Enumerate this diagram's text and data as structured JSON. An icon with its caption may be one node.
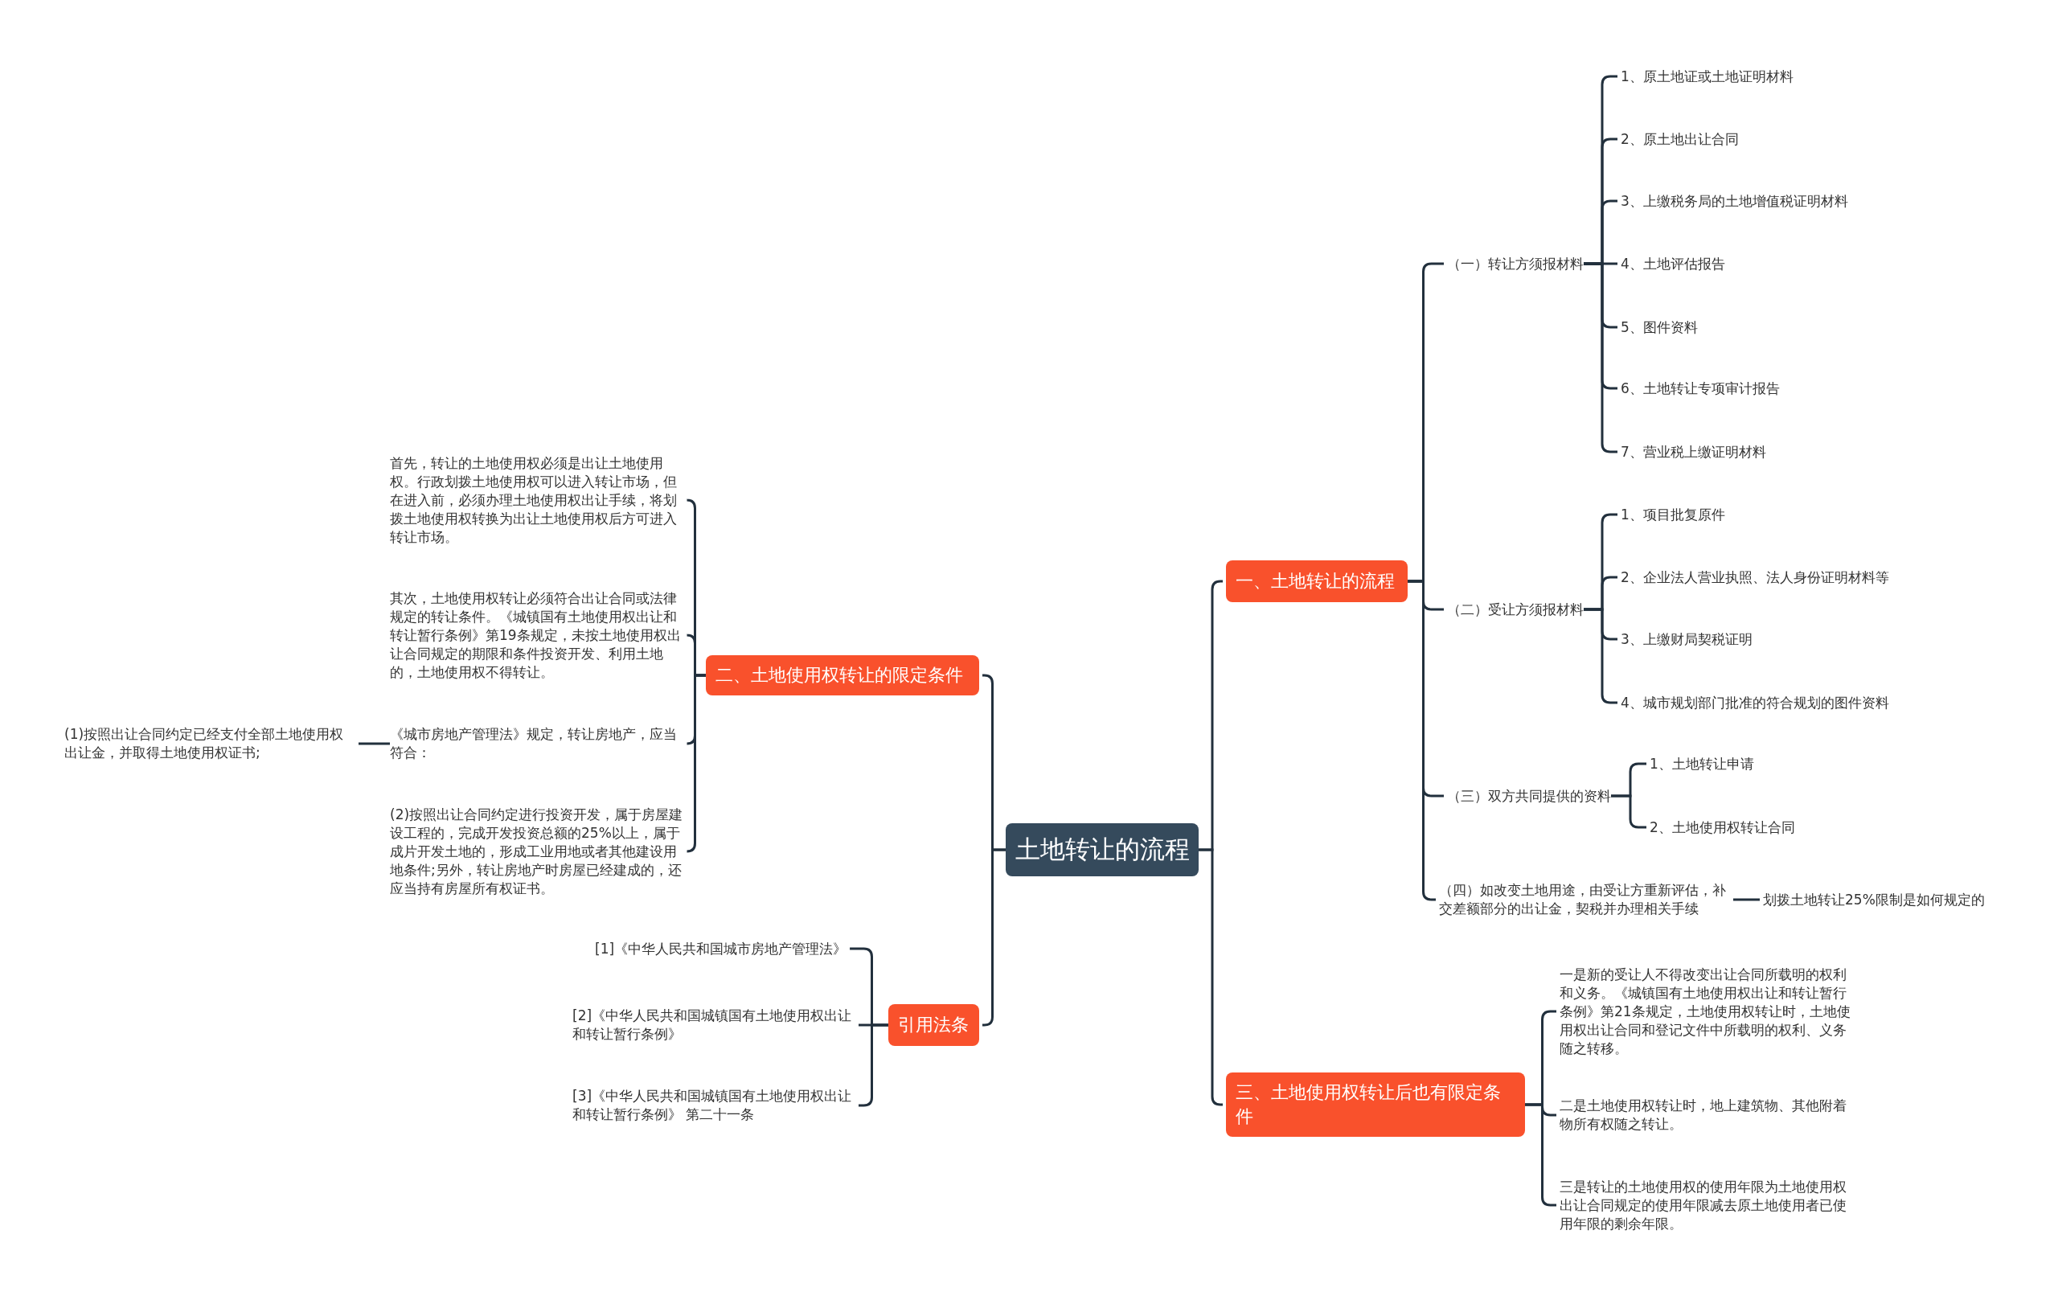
{
  "diagram": {
    "nodes": [
      {
        "text": [
          "土地转让的流程"
        ]
      },
      {
        "text": [
          "一、土地转让的流程"
        ]
      },
      {
        "text": [
          "（一）转让方须报材料"
        ]
      },
      {
        "text": [
          "1、原土地证或土地证明材料"
        ]
      },
      {
        "text": [
          "2、原土地出让合同"
        ]
      },
      {
        "text": [
          "3、上缴税务局的土地增值税证明材料"
        ]
      },
      {
        "text": [
          "4、土地评估报告"
        ]
      },
      {
        "text": [
          "5、图件资料"
        ]
      },
      {
        "text": [
          "6、土地转让专项审计报告"
        ]
      },
      {
        "text": [
          "7、营业税上缴证明材料"
        ]
      },
      {
        "text": [
          "（二）受让方须报材料"
        ]
      },
      {
        "text": [
          "1、项目批复原件"
        ]
      },
      {
        "text": [
          "2、企业法人营业执照、法人身份证明材料等"
        ]
      },
      {
        "text": [
          "3、上缴财局契税证明"
        ]
      },
      {
        "text": [
          "4、城市规划部门批准的符合规划的图件资料"
        ]
      },
      {
        "text": [
          "（三）双方共同提供的资料"
        ]
      },
      {
        "text": [
          "1、土地转让申请"
        ]
      },
      {
        "text": [
          "2、土地使用权转让合同"
        ]
      },
      {
        "text": [
          "（四）如改变土地用途，由受让方重新评估，补交差额部分的出让金，契税并办理相关手续"
        ]
      },
      {
        "text": [
          "划拨土地转让25%限制是如何规定的"
        ]
      },
      {
        "text": [
          "三、土地使用权转让后也有限定条件"
        ]
      },
      {
        "text": [
          "一是新的受让人不得改变出让合同所载明的权利和义务。《城镇国有土地使用权出让和转让暂行条例》第21条规定，土地使用权转让时，土地使用权出让合同和登记文件中所载明的权利、义务随之转移。"
        ]
      },
      {
        "text": [
          "二是土地使用权转让时，地上建筑物、其他附着物所有权随之转让。"
        ]
      },
      {
        "text": [
          "三是转让的土地使用权的使用年限为土地使用权出让合同规定的使用年限减去原土地使用者已使用年限的剩余年限。"
        ]
      },
      {
        "text": [
          "二、土地使用权转让的限定条件"
        ]
      },
      {
        "text": [
          "首先，转让的土地使用权必须是出让土地使用权。行政划拨土地使用权可以进入转让市场，但在进入前，必须办理土地使用权出让手续，将划拨土地使用权转换为出让土地使用权后方可进入转让市场。"
        ]
      },
      {
        "text": [
          "其次，土地使用权转让必须符合出让合同或法律规定的转让条件。《城镇国有土地使用权出让和转让暂行条例》第19条规定，未按土地使用权出让合同规定的期限和条件投资开发、利用土地的，土地使用权不得转让。"
        ]
      },
      {
        "text": [
          "《城市房地产管理法》规定，转让房地产，应当符合："
        ]
      },
      {
        "text": [
          "(1)按照出让合同约定已经支付全部土地使用权出让金，并取得土地使用权证书;"
        ]
      },
      {
        "text": [
          "(2)按照出让合同约定进行投资开发，属于房屋建设工程的，完成开发投资总额的25%以上，属于成片开发土地的，形成工业用地或者其他建设用地条件;另外，转让房地产时房屋已经建成的，还应当持有房屋所有权证书。"
        ]
      },
      {
        "text": [
          "引用法条"
        ]
      },
      {
        "text": [
          "[1]《中华人民共和国城市房地产管理法》"
        ]
      },
      {
        "text": [
          "[2]《中华人民共和国城镇国有土地使用权出让和转让暂行条例》"
        ]
      },
      {
        "text": [
          "[3]《中华人民共和国城镇国有土地使用权出让和转让暂行条例》 第二十一条"
        ]
      }
    ],
    "edges": [
      {
        "from": 0,
        "to": 1,
        "arrow": "none"
      },
      {
        "from": 1,
        "to": 2,
        "arrow": "none"
      },
      {
        "from": 2,
        "to": 3,
        "arrow": "none"
      },
      {
        "from": 2,
        "to": 4,
        "arrow": "none"
      },
      {
        "from": 2,
        "to": 5,
        "arrow": "none"
      },
      {
        "from": 2,
        "to": 6,
        "arrow": "none"
      },
      {
        "from": 2,
        "to": 7,
        "arrow": "none"
      },
      {
        "from": 2,
        "to": 8,
        "arrow": "none"
      },
      {
        "from": 2,
        "to": 9,
        "arrow": "none"
      },
      {
        "from": 1,
        "to": 10,
        "arrow": "none"
      },
      {
        "from": 10,
        "to": 11,
        "arrow": "none"
      },
      {
        "from": 10,
        "to": 12,
        "arrow": "none"
      },
      {
        "from": 10,
        "to": 13,
        "arrow": "none"
      },
      {
        "from": 10,
        "to": 14,
        "arrow": "none"
      },
      {
        "from": 1,
        "to": 15,
        "arrow": "none"
      },
      {
        "from": 15,
        "to": 16,
        "arrow": "none"
      },
      {
        "from": 15,
        "to": 17,
        "arrow": "none"
      },
      {
        "from": 1,
        "to": 18,
        "arrow": "none"
      },
      {
        "from": 18,
        "to": 19,
        "arrow": "none"
      },
      {
        "from": 0,
        "to": 20,
        "arrow": "none"
      },
      {
        "from": 20,
        "to": 21,
        "arrow": "none"
      },
      {
        "from": 20,
        "to": 22,
        "arrow": "none"
      },
      {
        "from": 20,
        "to": 23,
        "arrow": "none"
      },
      {
        "from": 0,
        "to": 24,
        "arrow": "none"
      },
      {
        "from": 24,
        "to": 25,
        "arrow": "none"
      },
      {
        "from": 24,
        "to": 26,
        "arrow": "none"
      },
      {
        "from": 24,
        "to": 27,
        "arrow": "none"
      },
      {
        "from": 27,
        "to": 28,
        "arrow": "none"
      },
      {
        "from": 24,
        "to": 29,
        "arrow": "none"
      },
      {
        "from": 0,
        "to": 30,
        "arrow": "none"
      },
      {
        "from": 30,
        "to": 31,
        "arrow": "none"
      },
      {
        "from": 30,
        "to": 32,
        "arrow": "none"
      },
      {
        "from": 30,
        "to": 33,
        "arrow": "none"
      }
    ]
  }
}
